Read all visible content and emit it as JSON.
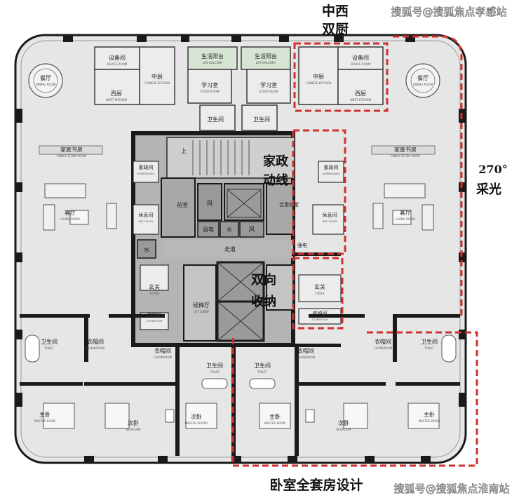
{
  "colors": {
    "wall": "#1a1a1a",
    "room_fill": "#e6e6e6",
    "core_fill": "#a8a8a8",
    "balcony_fill": "#d7e6d4",
    "dash": "#d0302e",
    "watermark_text": "#ffffff"
  },
  "annotations": {
    "double_kitchen_line1": "中西",
    "double_kitchen_line2": "双厨",
    "housekeeping_line1": "家政",
    "housekeeping_line2": "动线",
    "lighting_line1": "270°",
    "lighting_line2": "采光",
    "storage_line1": "双向",
    "storage_line2": "收纳",
    "suite_design": "卧室全套房设计"
  },
  "watermarks": {
    "top": "搜狐号@搜狐焦点孝感站",
    "bottom": "搜狐号@搜狐焦点淮南站"
  },
  "rooms": {
    "dining_cn": "餐厅",
    "dining_en": "DINING ROOM",
    "device_cn": "设备间",
    "device_en": "DEVICE ROOM",
    "chinese_kitchen_cn": "中厨",
    "chinese_kitchen_en": "CHINESE KITCHEN",
    "west_kitchen_cn": "西厨",
    "west_kitchen_en": "WEST KITCHEN",
    "balcony_cn": "生活阳台",
    "balcony_en": "LIFE BALCONY",
    "study_cn": "学习室",
    "study_en": "STUDY ROOM",
    "bath_cn": "卫生间",
    "bath_en": "TOILET",
    "family_study_cn": "家庭书房",
    "family_study_en": "FAMILY STUDY ROOM",
    "homemaking_cn": "家政间",
    "homemaking_en": "HOMEMAKING",
    "living_cn": "客厅",
    "living_en": "LIVING ROOM",
    "rest_cn": "休息间",
    "rest_en": "REST ROOM",
    "front_room": "前室",
    "wind": "风",
    "weak_elec": "弱电",
    "water": "水",
    "shared_front": "合用前室",
    "strong_elec": "强电",
    "corridor": "走道",
    "foyer_cn": "玄关",
    "foyer_en": "FOYER",
    "lift_lobby_cn": "候梯厅",
    "lift_lobby_en": "LIFT LOBBY",
    "storage_cn": "收纳间",
    "storage_en": "STOREROOM",
    "cloak_cn": "衣帽间",
    "cloak_en": "CLOAKROOM",
    "master_cn": "主卧",
    "master_en": "MASTER ROOM",
    "second_cn": "次卧",
    "second_en": "BEDROOM",
    "second2_en": "MASTER ROOM2",
    "stair_up": "上"
  }
}
